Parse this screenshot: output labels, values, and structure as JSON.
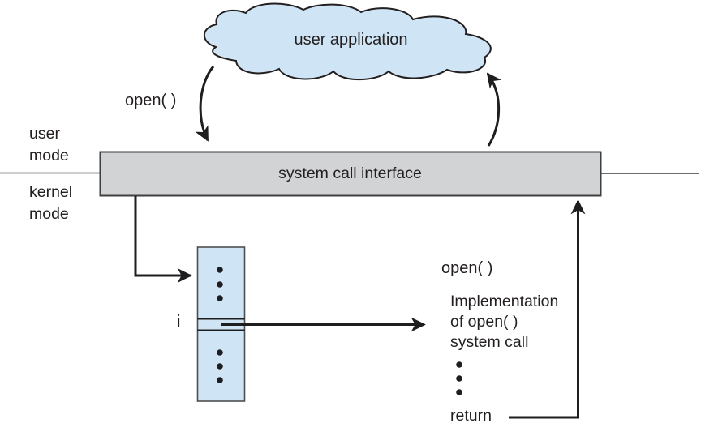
{
  "labels": {
    "cloud": "user application",
    "open_call": "open( )",
    "user_mode": [
      "user",
      "mode"
    ],
    "kernel_mode": [
      "kernel",
      "mode"
    ],
    "interface": "system call interface",
    "table_index": "i",
    "impl_header": "open( )",
    "impl_lines": [
      "Implementation",
      "of open( )",
      "system call"
    ],
    "return": "return"
  },
  "colors": {
    "cloud_fill": "#cfe5f5",
    "bar_fill": "#d1d3d4",
    "ink": "#231f20",
    "box_border": "#4d4e50"
  }
}
